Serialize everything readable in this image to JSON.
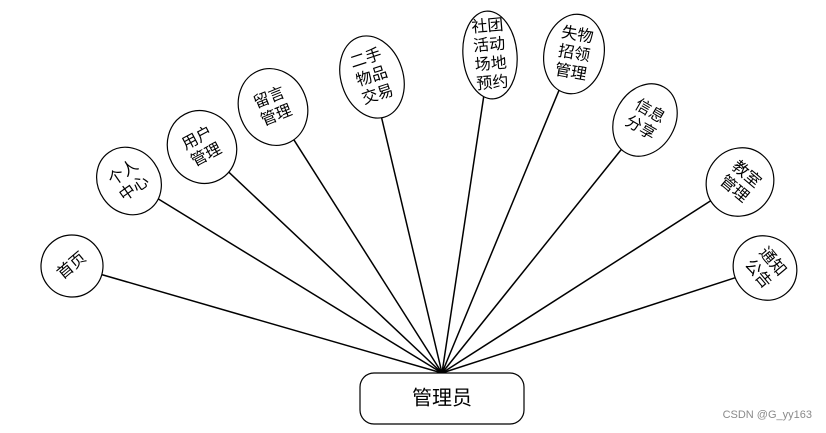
{
  "diagram": {
    "root": {
      "label": "管理员"
    },
    "nodes": [
      {
        "lines": [
          "首页"
        ]
      },
      {
        "lines": [
          "个人",
          "中心"
        ]
      },
      {
        "lines": [
          "用户",
          "管理"
        ]
      },
      {
        "lines": [
          "留言",
          "管理"
        ]
      },
      {
        "lines": [
          "二手",
          "物品",
          "交易"
        ]
      },
      {
        "lines": [
          "社团",
          "活动",
          "场地",
          "预约"
        ]
      },
      {
        "lines": [
          "失物",
          "招领",
          "管理"
        ]
      },
      {
        "lines": [
          "信息",
          "分享"
        ]
      },
      {
        "lines": [
          "教室",
          "管理"
        ]
      },
      {
        "lines": [
          "通知",
          "公告"
        ]
      }
    ]
  },
  "watermark": "CSDN @G_yy163"
}
